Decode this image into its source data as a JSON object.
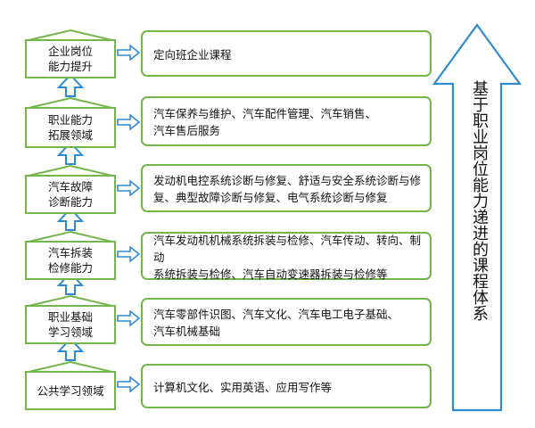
{
  "vertical_title": "基于职业岗位能力递进的课程体系",
  "colors": {
    "border": "#72b64a",
    "arrow_outline": "#2e8bd0",
    "arrow_fill": "#ffffff"
  },
  "levels": [
    {
      "name": "企业岗位\n能力提升",
      "content": "定向班企业课程"
    },
    {
      "name": "职业能力\n拓展领域",
      "content": "汽车保养与维护、汽车配件管理、汽车销售、\n汽车售后服务"
    },
    {
      "name": "汽车故障\n诊断能力",
      "content": "发动机电控系统诊断与修复、舒适与安全系统诊断与修\n复、典型故障诊断与修复、电气系统诊断与修复"
    },
    {
      "name": "汽车拆装\n检修能力",
      "content": "汽车发动机机械系统拆装与检修、汽车传动、转向、制动\n系统拆装与检修、汽车自动变速器拆装与检修等"
    },
    {
      "name": "职业基础\n学习领域",
      "content": "汽车零部件识图、汽车文化、汽车电工电子基础、\n汽车机械基础"
    },
    {
      "name": "公共学习领域",
      "content": "计算机文化、实用英语、应用写作等"
    }
  ]
}
